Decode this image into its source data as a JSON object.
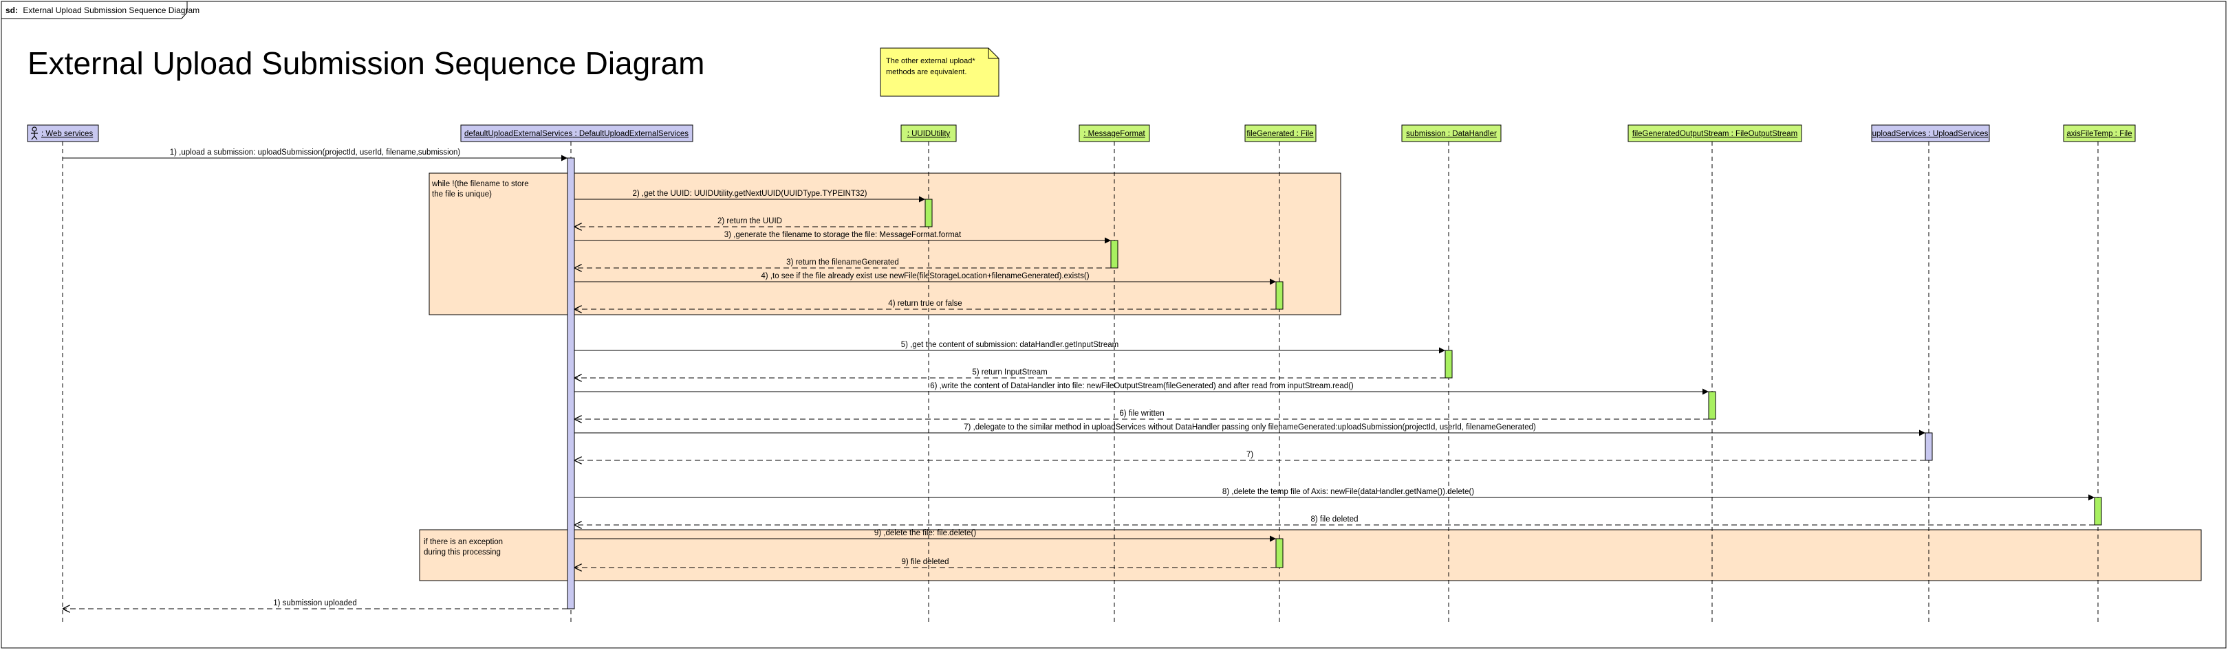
{
  "frame": {
    "keyword": "sd:",
    "name": "External Upload Submission Sequence Diagram"
  },
  "title": "External Upload Submission Sequence Diagram",
  "note": {
    "lines": [
      "The other external upload*",
      "methods are equivalent."
    ]
  },
  "colors": {
    "actor_fill": "#c8c8f0",
    "object_fill": "#c8f57a",
    "activation_blue": "#c8c8f0",
    "activation_green": "#a8f060",
    "note_fill": "#ffff80",
    "fragment_fill": "#ffe4c8",
    "line": "#000000"
  },
  "lifelines": [
    {
      "id": "web",
      "kind": "actor",
      "label": ": Web services",
      "underline_name": "",
      "type_name": ": Web services"
    },
    {
      "id": "defupload",
      "kind": "class",
      "label": "defaultUploadExternalServices : DefaultUploadExternalServices",
      "underline_name": "defaultUploadExternalServices",
      "type_name": " : DefaultUploadExternalServices"
    },
    {
      "id": "uuid",
      "kind": "class",
      "label": ": UUIDUtility",
      "underline_name": "",
      "type_name": ": UUIDUtility"
    },
    {
      "id": "msgfmt",
      "kind": "class",
      "label": ": MessageFormat",
      "underline_name": "",
      "type_name": ": MessageFormat"
    },
    {
      "id": "filegen",
      "kind": "class",
      "label": "fileGenerated : File",
      "underline_name": "fileGenerated",
      "type_name": " : File"
    },
    {
      "id": "submission",
      "kind": "class",
      "label": "submission : DataHandler",
      "underline_name": "submission",
      "type_name": " : DataHandler"
    },
    {
      "id": "fos",
      "kind": "class",
      "label": "fileGeneratedOutputStream : FileOutputStream",
      "underline_name": "fileGeneratedOutputStream",
      "type_name": " : FileOutputStream"
    },
    {
      "id": "uploadsvc",
      "kind": "class",
      "label": "uploadServices : UploadServices",
      "underline_name": "uploadServices",
      "type_name": " : UploadServices"
    },
    {
      "id": "axis",
      "kind": "class",
      "label": "axisFileTemp : File",
      "underline_name": "axisFileTemp",
      "type_name": " : File"
    }
  ],
  "fragments": [
    {
      "label_lines": [
        "while !(the filename to store",
        "the file is unique)"
      ]
    },
    {
      "label_lines": [
        "if there is an exception",
        "during this processing"
      ]
    }
  ],
  "messages": [
    {
      "from": "web",
      "to": "defupload",
      "kind": "call",
      "text": "1) ,upload a submission: uploadSubmission(projectId, userId, filename,submission)"
    },
    {
      "from": "defupload",
      "to": "uuid",
      "kind": "call",
      "text": "2) ,get the UUID: UUIDUtility.getNextUUID(UUIDType.TYPEINT32)"
    },
    {
      "from": "uuid",
      "to": "defupload",
      "kind": "return",
      "text": "2) return the UUID"
    },
    {
      "from": "defupload",
      "to": "msgfmt",
      "kind": "call",
      "text": "3) ,generate the filename to storage the file: MessageFormat.format"
    },
    {
      "from": "msgfmt",
      "to": "defupload",
      "kind": "return",
      "text": "3) return the filenameGenerated"
    },
    {
      "from": "defupload",
      "to": "filegen",
      "kind": "call",
      "text": "4) ,to see if the file already exist use newFile(fileStorageLocation+filenameGenerated).exists()"
    },
    {
      "from": "filegen",
      "to": "defupload",
      "kind": "return",
      "text": "4) return true or false"
    },
    {
      "from": "defupload",
      "to": "submission",
      "kind": "call",
      "text": "5) ,get the content of submission: dataHandler.getInputStream"
    },
    {
      "from": "submission",
      "to": "defupload",
      "kind": "return",
      "text": "5) return InputStream"
    },
    {
      "from": "defupload",
      "to": "fos",
      "kind": "call",
      "text": "6) ,write the content of DataHandler into file: newFileOutputStream(fileGenerated) and after read from inputStream.read()"
    },
    {
      "from": "fos",
      "to": "defupload",
      "kind": "return",
      "text": "6) file written"
    },
    {
      "from": "defupload",
      "to": "uploadsvc",
      "kind": "call",
      "text": "7) ,delegate to the similar method in uploadServices without DataHandler passing only filenameGenerated:uploadSubmission(projectId, userId, filenameGenerated)"
    },
    {
      "from": "uploadsvc",
      "to": "defupload",
      "kind": "return",
      "text": "7)"
    },
    {
      "from": "defupload",
      "to": "axis",
      "kind": "call",
      "text": "8) ,delete the temp file of Axis: newFile(dataHandler.getName()).delete()"
    },
    {
      "from": "axis",
      "to": "defupload",
      "kind": "return",
      "text": "8) file deleted"
    },
    {
      "from": "defupload",
      "to": "filegen",
      "kind": "call",
      "text": "9) ,delete the file: file.delete()"
    },
    {
      "from": "filegen",
      "to": "defupload",
      "kind": "return",
      "text": "9) file deleted"
    },
    {
      "from": "defupload",
      "to": "web",
      "kind": "return",
      "text": "1) submission uploaded"
    }
  ]
}
